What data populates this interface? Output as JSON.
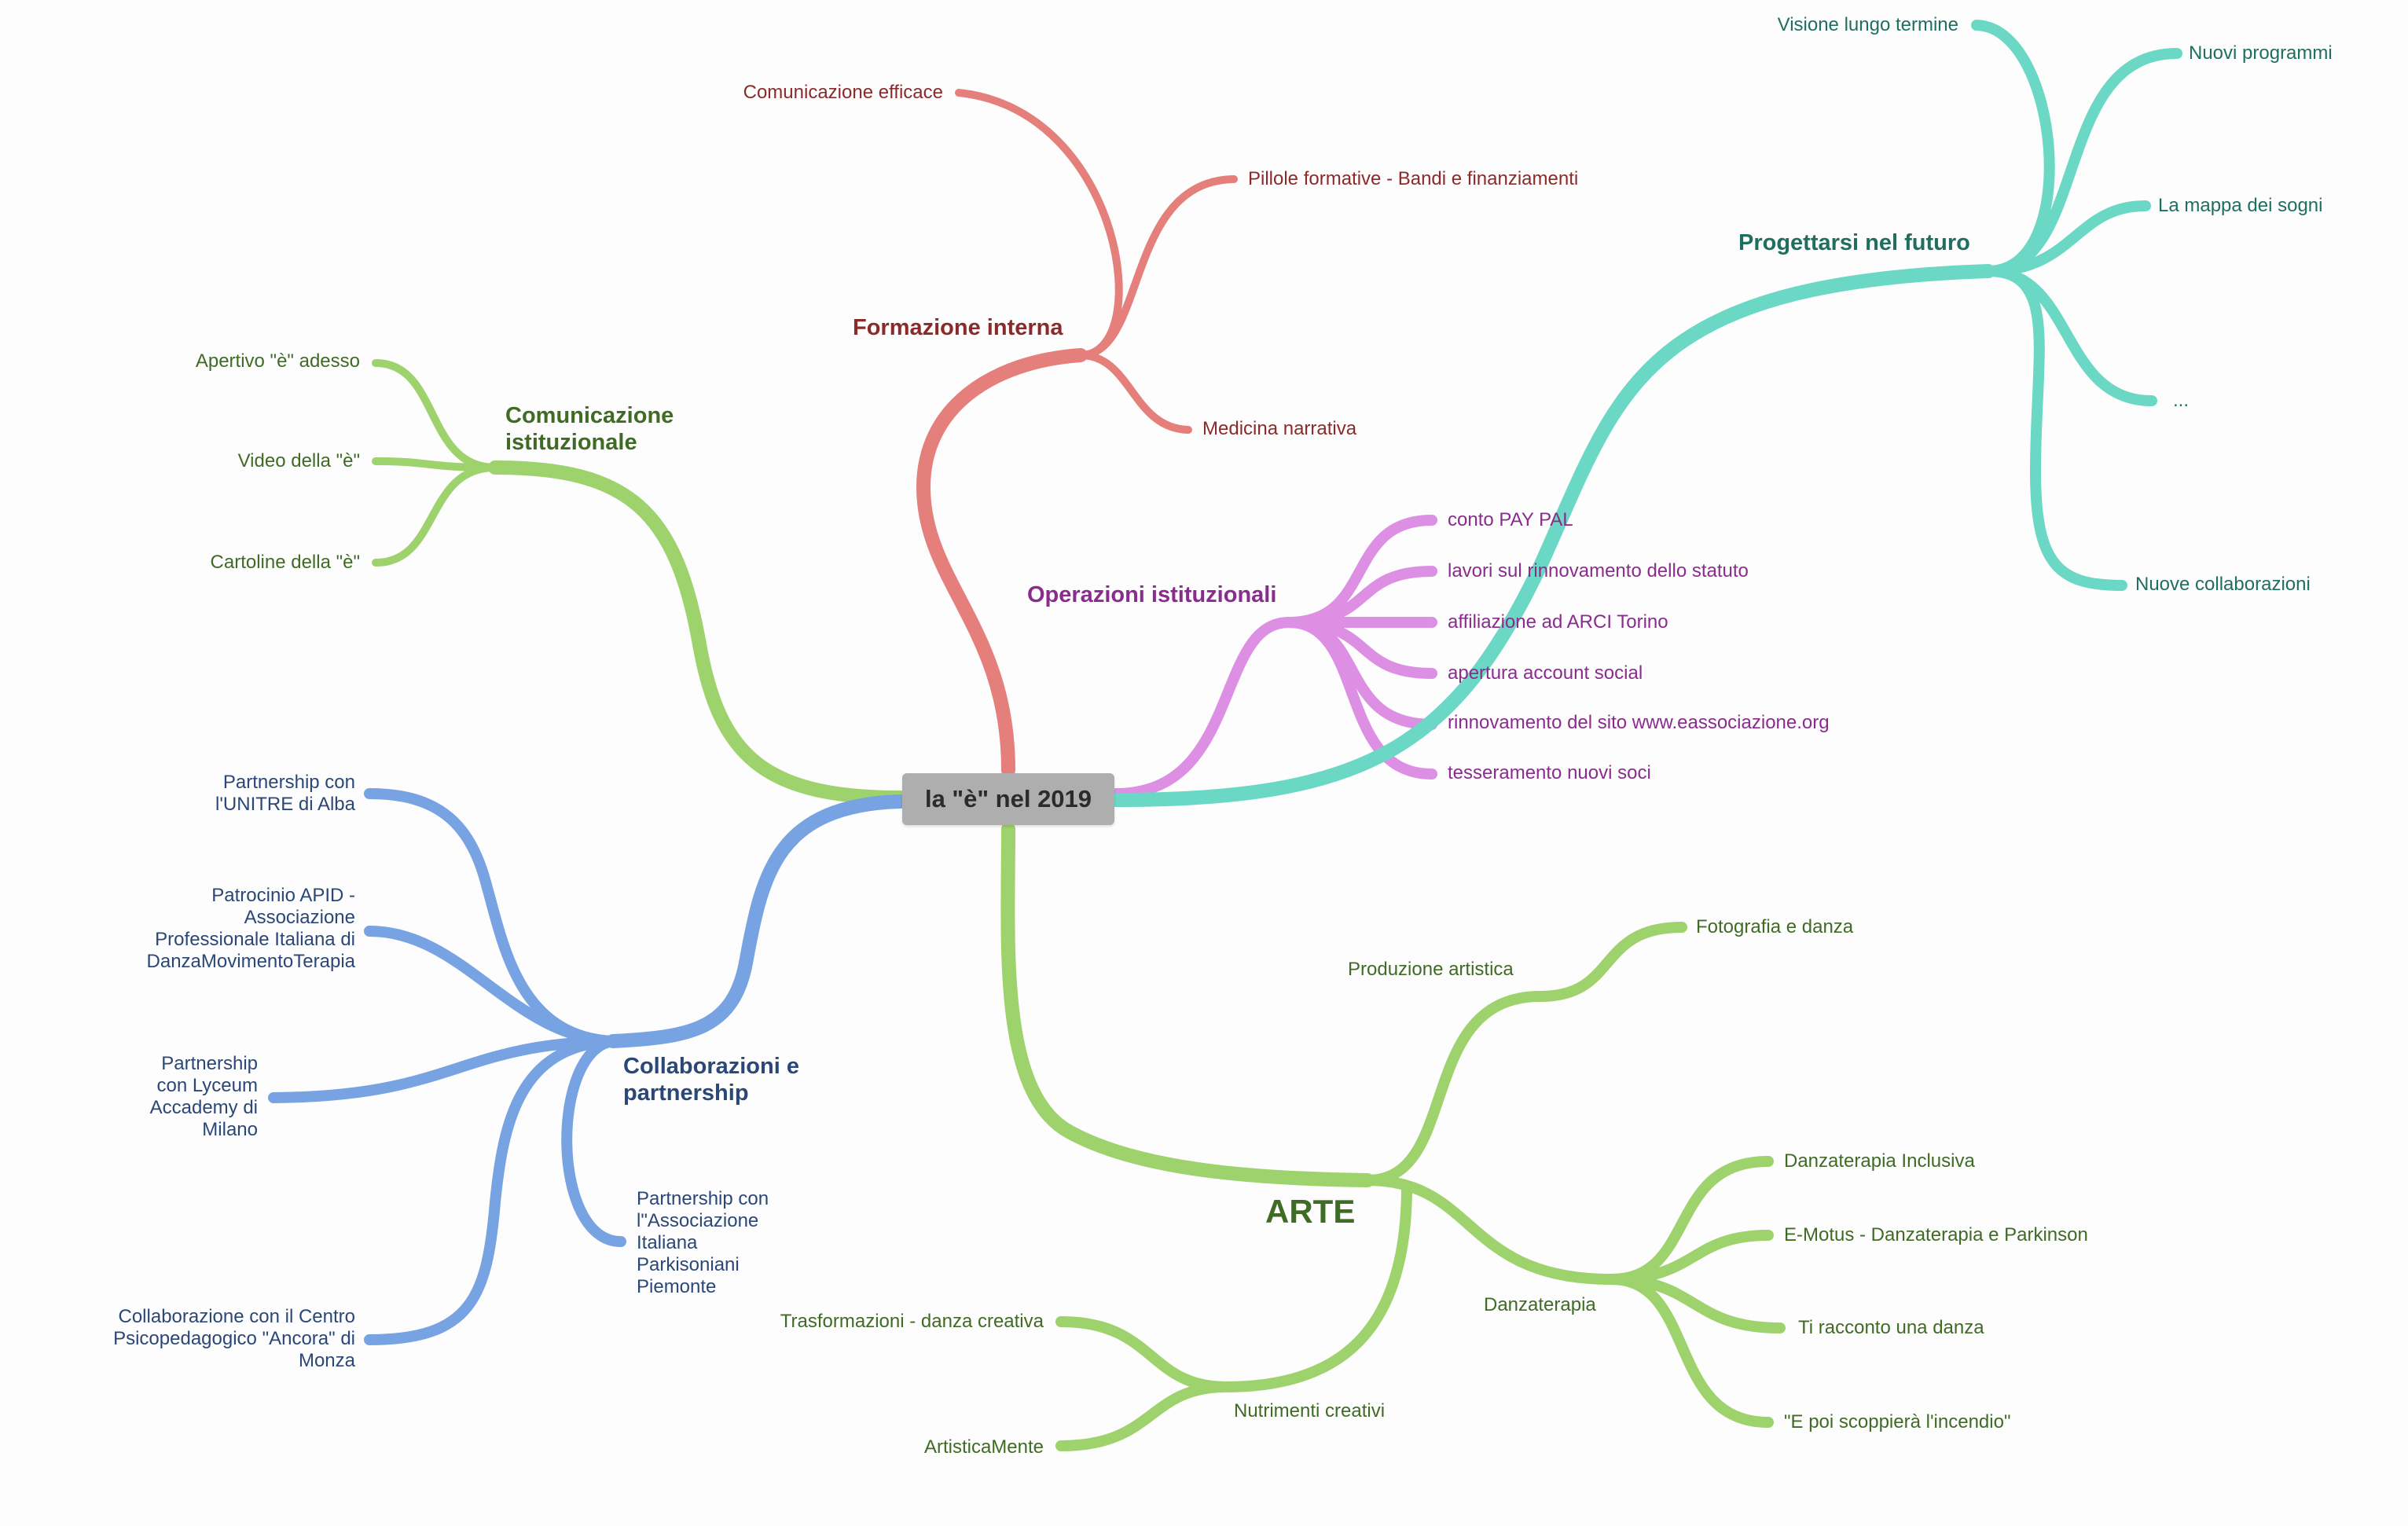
{
  "center": {
    "label": "la \"è\" nel 2019",
    "color": "#aeaeae"
  },
  "colors": {
    "formazione": "#e57f7b",
    "comunicazione": "#9dd26c",
    "collaborazioni": "#78a3e2",
    "operazioni": "#dc8fe3",
    "progettarsi": "#6ad8c4",
    "arte": "#9dd26c"
  },
  "text_colors": {
    "formazione": "#8b2a2a",
    "comunicazione": "#3f6b25",
    "collaborazioni": "#2a4777",
    "operazioni": "#8a2c8e",
    "progettarsi": "#1f6e60",
    "arte": "#3f6b25"
  },
  "branches": {
    "formazione": {
      "label": "Formazione interna",
      "children": [
        "Comunicazione efficace",
        "Pillole formative - Bandi e finanziamenti",
        "Medicina narrativa"
      ]
    },
    "comunicazione": {
      "label": "Comunicazione istituzionale",
      "children": [
        "Apertivo \"è\" adesso",
        "Video della \"è\"",
        "Cartoline della \"è\""
      ]
    },
    "collaborazioni": {
      "label": "Collaborazioni e partnership",
      "children": [
        "Partnership con l'UNITRE di Alba",
        "Patrocinio APID - Associazione Professionale Italiana di DanzaMovimentoTerapia",
        "Partnership con Lyceum Accademy di Milano",
        "Partnership con l\"Associazione Italiana Parkisoniani Piemonte",
        "Collaborazione con il Centro Psicopedagogico \"Ancora\" di Monza"
      ]
    },
    "operazioni": {
      "label": "Operazioni istituzionali",
      "children": [
        "conto PAY PAL",
        "lavori sul rinnovamento dello statuto",
        "affiliazione ad ARCI Torino",
        "apertura account social",
        "rinnovamento del sito www.eassociazione.org",
        "tesseramento nuovi soci"
      ]
    },
    "progettarsi": {
      "label": "Progettarsi nel futuro",
      "children": [
        "Visione lungo termine",
        "Nuovi programmi",
        "La mappa dei sogni",
        "...",
        "Nuove collaborazioni"
      ]
    },
    "arte": {
      "label": "ARTE",
      "produzione": {
        "label": "Produzione artistica",
        "children": [
          "Fotografia e danza"
        ]
      },
      "danzaterapia": {
        "label": "Danzaterapia",
        "children": [
          "Danzaterapia Inclusiva",
          "E-Motus - Danzaterapia e Parkinson",
          "Ti racconto una danza",
          "\"E poi scoppierà l'incendio\""
        ]
      },
      "nutrimenti": {
        "label": "Nutrimenti creativi",
        "children": [
          "Trasformazioni - danza creativa",
          "ArtisticaMente"
        ]
      }
    }
  }
}
